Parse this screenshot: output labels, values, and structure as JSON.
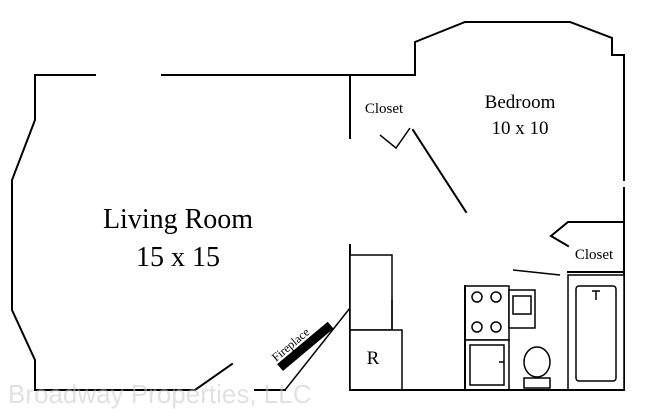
{
  "rooms": {
    "living": {
      "name": "Living Room",
      "size": "15 x 15"
    },
    "bedroom": {
      "name": "Bedroom",
      "size": "10 x 10"
    },
    "closet_top": {
      "name": "Closet"
    },
    "closet_right": {
      "name": "Closet"
    },
    "fireplace": {
      "name": "Fireplace"
    },
    "refrigerator": {
      "name": "R"
    }
  },
  "watermark": "Broadway Properties, LLC"
}
